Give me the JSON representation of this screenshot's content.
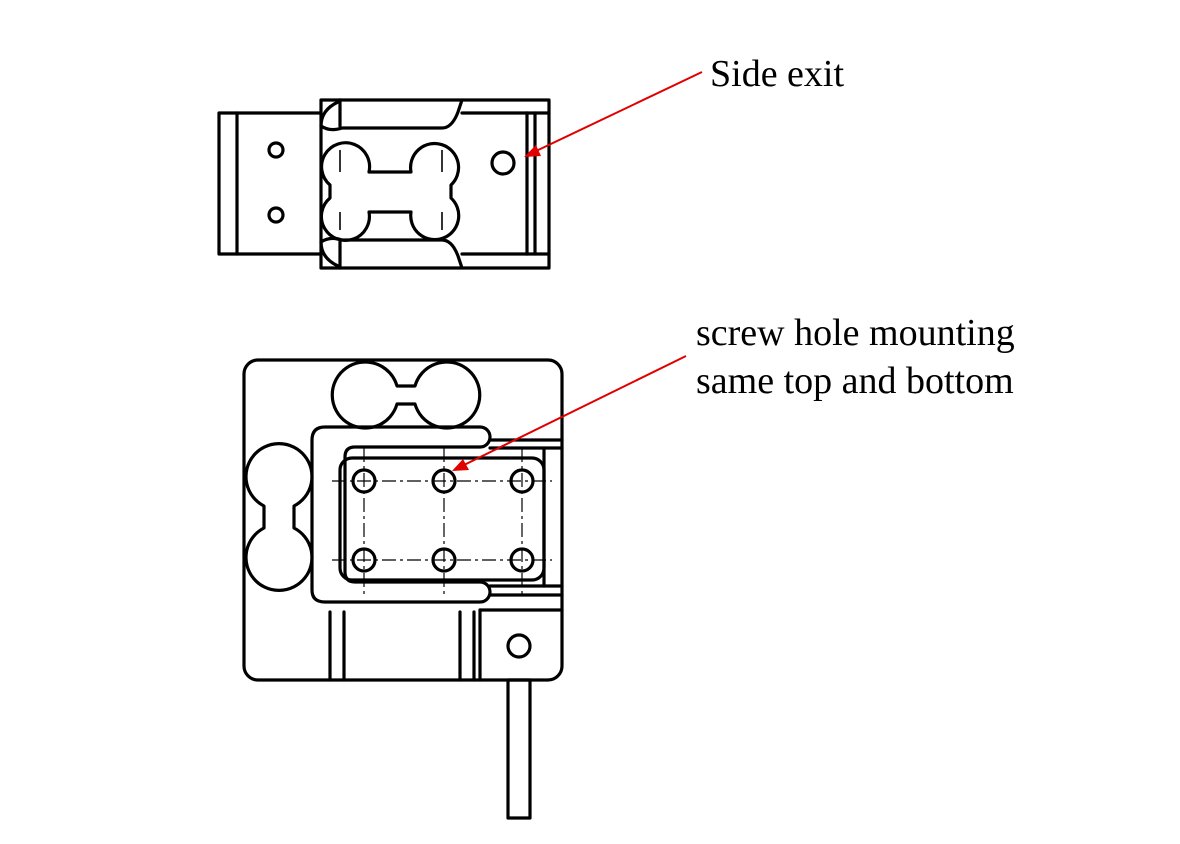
{
  "callouts": {
    "side_exit": {
      "text": "Side exit"
    },
    "screw_holes": {
      "lines": [
        "screw hole mounting",
        "same top and bottom"
      ]
    }
  },
  "colors": {
    "leader": "#e00000",
    "outline": "#000000",
    "background": "#ffffff"
  }
}
